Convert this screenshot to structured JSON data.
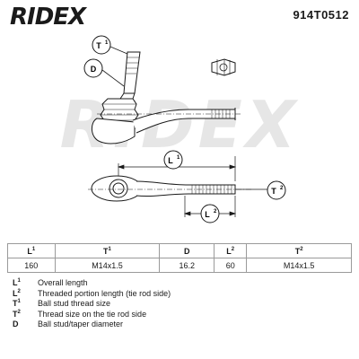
{
  "brand": {
    "name": "RIDEX",
    "color": "#1a1a1a"
  },
  "part_number": "914T0512",
  "drawing": {
    "watermark": "RIDEX",
    "watermark_color": "#e6e6e6",
    "callouts": {
      "t1": {
        "base": "T",
        "sup": "1"
      },
      "d": {
        "base": "D",
        "sup": ""
      },
      "l1": {
        "base": "L",
        "sup": "1"
      },
      "t2": {
        "base": "T",
        "sup": "2"
      },
      "l2": {
        "base": "L",
        "sup": "2"
      }
    }
  },
  "table": {
    "headers": [
      {
        "base": "L",
        "sup": "1"
      },
      {
        "base": "T",
        "sup": "1"
      },
      {
        "base": "D",
        "sup": ""
      },
      {
        "base": "L",
        "sup": "2"
      },
      {
        "base": "T",
        "sup": "2"
      }
    ],
    "values": [
      "160",
      "M14x1.5",
      "16.2",
      "60",
      "M14x1.5"
    ]
  },
  "legend": [
    {
      "base": "L",
      "sup": "1",
      "text": "Overall length"
    },
    {
      "base": "L",
      "sup": "2",
      "text": "Threaded portion length (tie rod side)"
    },
    {
      "base": "T",
      "sup": "1",
      "text": "Ball stud thread size"
    },
    {
      "base": "T",
      "sup": "2",
      "text": "Thread size on the tie rod side"
    },
    {
      "base": "D",
      "sup": "",
      "text": "Ball stud/taper diameter"
    }
  ]
}
